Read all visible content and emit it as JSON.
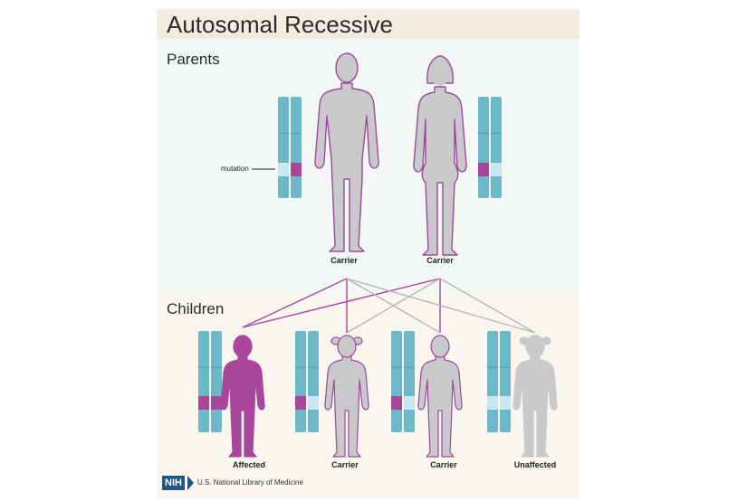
{
  "title": "Autosomal Recessive",
  "sections": {
    "parents": "Parents",
    "children": "Children"
  },
  "annotation": "mutation",
  "parents": [
    {
      "label": "Carrier",
      "sex": "male",
      "chromosomes": [
        "normal",
        "mutation"
      ]
    },
    {
      "label": "Carrier",
      "sex": "female",
      "chromosomes": [
        "mutation",
        "normal"
      ]
    }
  ],
  "children": [
    {
      "label": "Affected",
      "chromosomes": [
        "mutation",
        "mutation"
      ]
    },
    {
      "label": "Carrier",
      "chromosomes": [
        "mutation",
        "normal"
      ]
    },
    {
      "label": "Carrier",
      "chromosomes": [
        "mutation",
        "normal"
      ]
    },
    {
      "label": "Unaffected",
      "chromosomes": [
        "normal",
        "normal"
      ]
    }
  ],
  "footer": {
    "logo": "NIH",
    "text": "U.S. National Library of Medicine"
  },
  "colors": {
    "chromosome": "#6cb8c8",
    "mutation": "#a8469b",
    "normal_band": "#c8e7ef",
    "figure_gray": "#c9c9cb",
    "carrier_outline": "#9b4a9b",
    "affected": "#a8469b",
    "line_mother": "#a8469b",
    "line_father": "#b7b7ba"
  }
}
